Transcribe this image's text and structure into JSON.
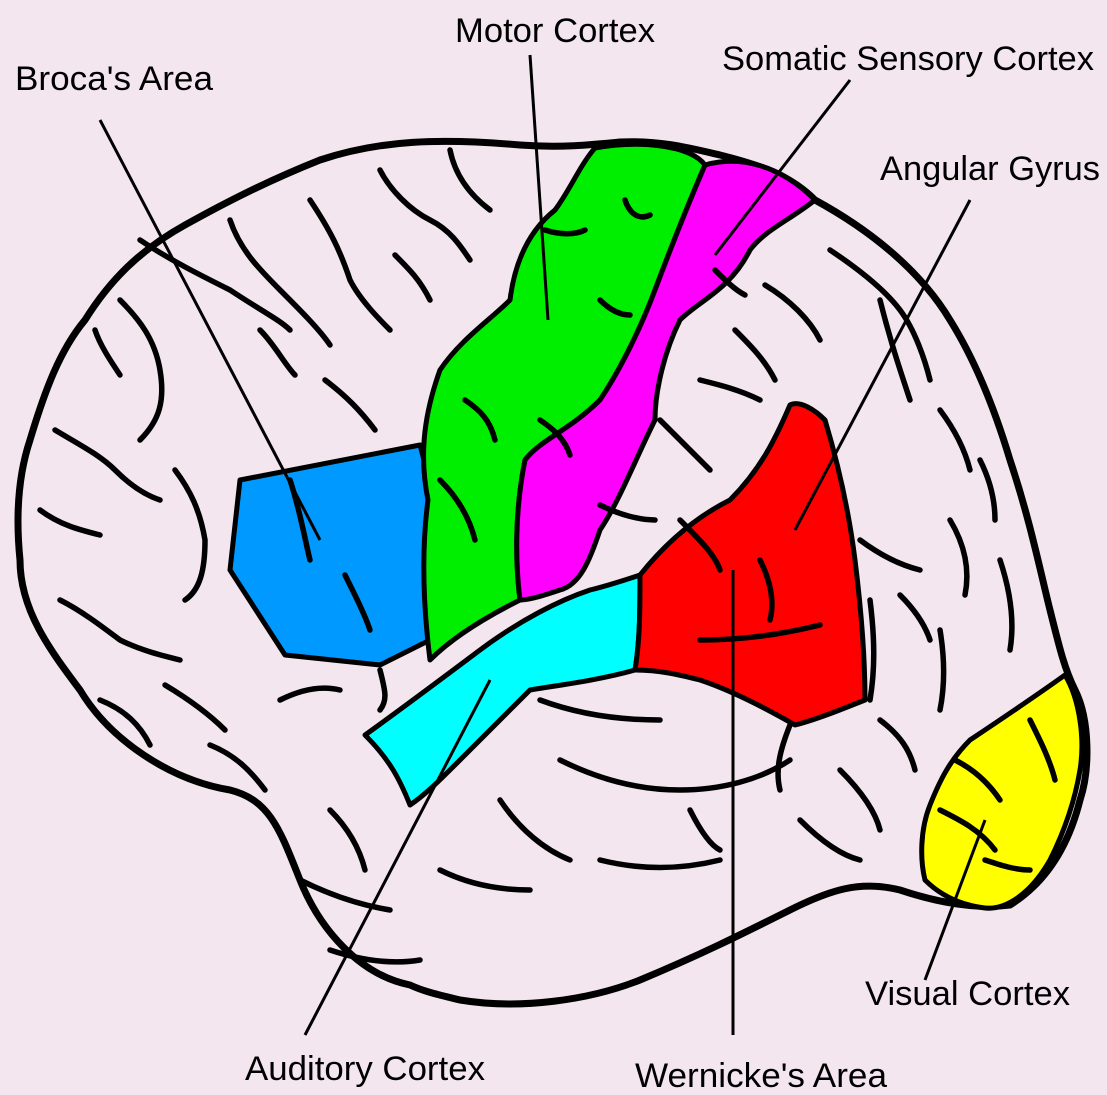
{
  "labels": {
    "motor_cortex": "Motor Cortex",
    "brocas_area": "Broca's Area",
    "somatic_sensory_cortex": "Somatic Sensory Cortex",
    "angular_gyrus": "Angular Gyrus",
    "visual_cortex": "Visual Cortex",
    "auditory_cortex": "Auditory Cortex",
    "wernickes_area": "Wernicke's Area"
  },
  "colors": {
    "background": "#f3e6ef",
    "brain": "#f3e6ef",
    "brocas_area": "#0099ff",
    "motor_cortex": "#00ee00",
    "somatic_sensory_cortex": "#ff00ff",
    "auditory_cortex": "#00ffff",
    "wernickes_area": "#ff0000",
    "visual_cortex": "#ffff00"
  }
}
